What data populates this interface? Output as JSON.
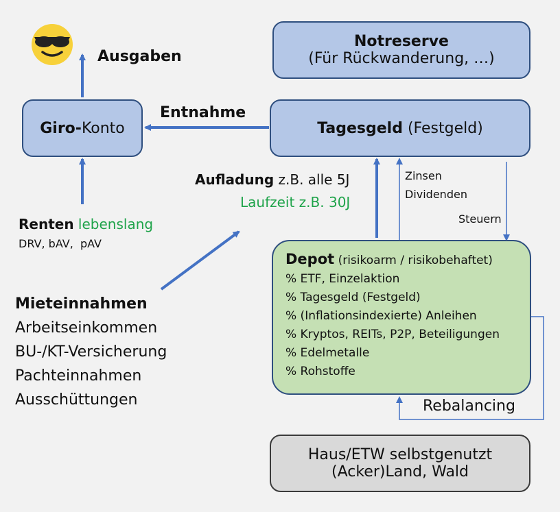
{
  "colors": {
    "arrow": "#4472c4",
    "box_blue": "#b4c7e7",
    "box_green": "#c5e0b4",
    "box_grey": "#d9d9d9",
    "green_text": "#1fa34a"
  },
  "icon": "sunglasses-emoji-icon",
  "labels": {
    "ausgaben": "Ausgaben",
    "entnahme": "Entnahme",
    "aufladung_bold": "Aufladung",
    "aufladung_rest": " z.B. alle 5J",
    "laufzeit": "Laufzeit z.B. 30J",
    "zinsen": "Zinsen",
    "dividenden": "Dividenden",
    "steuern": "Steuern",
    "rebalancing": "Rebalancing"
  },
  "boxes": {
    "notreserve": {
      "title": "Notreserve",
      "sub": "(Für Rückwanderung, …)"
    },
    "giro": {
      "bold": "Giro-",
      "rest": "Konto"
    },
    "tagesgeld": {
      "bold": "Tagesgeld",
      "rest": " (Festgeld)"
    },
    "depot": {
      "bold": "Depot",
      "rest": " (risikoarm / risikobehaftet)",
      "items": [
        "% ETF, Einzelaktion",
        "% Tagesgeld (Festgeld)",
        "% (Inflationsindexierte) Anleihen",
        "% Kryptos, REITs, P2P, Beteiligungen",
        "% Edelmetalle",
        "% Rohstoffe"
      ]
    },
    "haus": {
      "line1": "Haus/ETW selbstgenutzt",
      "line2": "(Acker)Land, Wald"
    }
  },
  "renten": {
    "bold": "Renten",
    "green": " lebenslang",
    "sub": "DRV, bAV,  pAV"
  },
  "income": {
    "bold": "Mieteinnahmen",
    "items": [
      "Arbeitseinkommen",
      "BU-/KT-Versicherung",
      "Pachteinnahmen",
      "Ausschüttungen"
    ]
  }
}
